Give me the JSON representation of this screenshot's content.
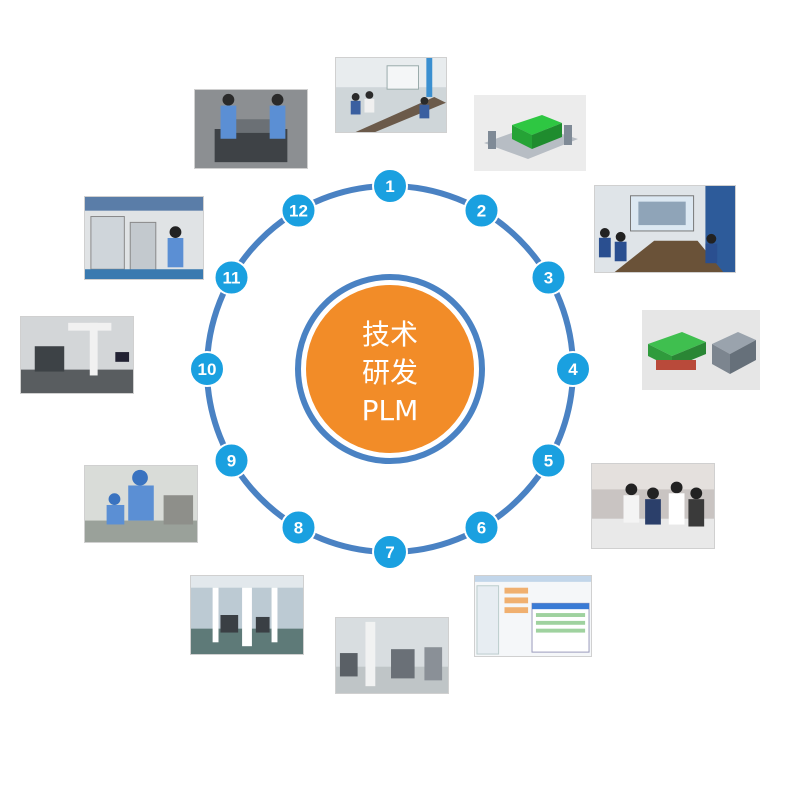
{
  "center": {
    "lines": [
      "技术",
      "研发",
      "PLM"
    ],
    "fill": "#F28C28",
    "ring": "#4A82C3"
  },
  "ring_color": "#4A82C3",
  "node_color": "#1AA0E0",
  "nodes": [
    {
      "label": "1",
      "photo": "meeting-room-presentation-photo"
    },
    {
      "label": "2",
      "photo": "cad-fixture-model-photo"
    },
    {
      "label": "3",
      "photo": "design-review-meeting-photo"
    },
    {
      "label": "4",
      "photo": "3d-mold-model-photo"
    },
    {
      "label": "5",
      "photo": "team-discussion-photo"
    },
    {
      "label": "6",
      "photo": "plm-software-screen-photo"
    },
    {
      "label": "7",
      "photo": "factory-machine-hall-photo"
    },
    {
      "label": "8",
      "photo": "workshop-assembly-line-photo"
    },
    {
      "label": "9",
      "photo": "workers-inspection-photo"
    },
    {
      "label": "10",
      "photo": "measuring-lab-photo"
    },
    {
      "label": "11",
      "photo": "machine-operation-photo"
    },
    {
      "label": "12",
      "photo": "fixture-assembly-photo"
    }
  ]
}
